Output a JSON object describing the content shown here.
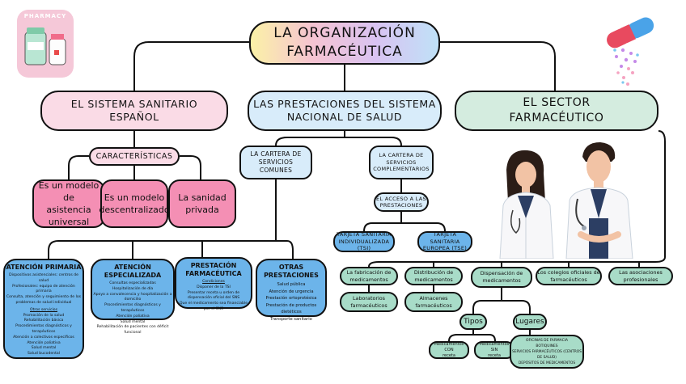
{
  "title": [
    "LA ORGANIZACIÓN",
    "FARMACÉUTICA"
  ],
  "pharmacy_badge": "PHARMACY",
  "branches": {
    "sistema": [
      "EL SISTEMA SANITARIO",
      "ESPAÑOL"
    ],
    "prestaciones": [
      "LAS PRESTACIONES DEL SISTEMA",
      "NACIONAL DE SALUD"
    ],
    "sector": [
      "EL SECTOR",
      "FARMACÉUTICO"
    ]
  },
  "caracteristicas": {
    "label": "CARACTERÍSTICAS",
    "items": [
      [
        "Es un modelo de",
        "asistencia universal"
      ],
      [
        "Es un modelo",
        "descentralizado"
      ],
      [
        "La sanidad privada"
      ]
    ]
  },
  "cartera_comunes": [
    "LA CARTERA DE",
    "SERVICIOS",
    "COMUNES"
  ],
  "cartera_complementarios": [
    "LA CARTERA DE",
    "SERVICIOS",
    "COMPLEMENTARIOS"
  ],
  "acceso": [
    "EL ACCESO A LAS",
    "PRESTACIONES"
  ],
  "tarjetas": [
    [
      "TARJETA SANITARIA",
      "INDIVIDUALIZADA (TSI)"
    ],
    [
      "TARJETA SANITARIA",
      "EUROPEA (TSE)"
    ]
  ],
  "atencion_primaria": {
    "title": "ATENCIÓN PRIMARIA",
    "items": [
      "Dispositivos asistenciales: centros de salud",
      "Profesionales: equipo de atención primaria",
      "Consulta, atención y seguimiento de los",
      "problemas de salud individual"
    ],
    "sub": "Otros servicios",
    "items2": [
      "Promoción de la salud",
      "Rehabilitación básica",
      "Procedimientos diagnósticos y terapéuticos",
      "Atención a colectivos específicos",
      "Atención paliativa",
      "Salud mental",
      "Salud bucodental"
    ]
  },
  "atencion_especializada": {
    "title": "ATENCIÓN ESPECIALIZADA",
    "items": [
      "Consultas especializadas",
      "Hospitalización de día",
      "Apoyo a convalecencia y hospitalización a domicilio",
      "Procedimientos diagnósticos y terapéuticos",
      "Atención paliativa",
      "Salud mental",
      "Rehabilitación de pacientes con déficit funcional"
    ]
  },
  "prestacion_farmaceutica": {
    "title": [
      "PRESTACIÓN",
      "FARMACÉUTICA"
    ],
    "sub": "Condiciones",
    "items": [
      "Disponer de la TSI",
      "Presentar receta u orden de dispensación oficial del SNS",
      "Que el medicamento sea financiable por el SNS"
    ]
  },
  "otras_prestaciones": {
    "title": "OTRAS PRESTACIONES",
    "items": [
      "Salud pública",
      "Atención de urgencia",
      "Prestación ortoprotésica",
      "Prestación de productos dietéticos",
      "Transporte sanitario"
    ]
  },
  "sector_items": {
    "fabricacion": [
      "La fabricación de",
      "medicamentos"
    ],
    "laboratorios": [
      "Laboratorios",
      "farmacéuticos"
    ],
    "distribucion": [
      "Distribución de",
      "medicamentos"
    ],
    "almacenes": [
      "Almacenes",
      "farmacéuticos"
    ],
    "dispensacion": [
      "Dispensación de",
      "medicamentos"
    ],
    "colegios": [
      "Los colegios oficiales de",
      "farmacéuticos"
    ],
    "asociaciones": [
      "Las asociaciones",
      "profesionales"
    ]
  },
  "tipos": {
    "label": "Tipos",
    "items": [
      [
        "Medicamentos CON",
        "receta"
      ],
      [
        "Medicamentos SIN",
        "receta"
      ]
    ]
  },
  "lugares": {
    "label": "Lugares",
    "items": [
      "OFICINAS DE FARMACIA",
      "BOTIQUINES",
      "SERVICIOS FARMACÉUTICOS (CENTROS DE SALUD)",
      "DEPÓSITOS DE MEDICAMENTOS"
    ]
  },
  "colors": {
    "pink": "#f48fb4",
    "pink_light": "#fadbe6",
    "blue": "#6cb4ea",
    "blue_light": "#d8ecfa",
    "mint": "#d4ecdf",
    "mint2": "#a8dcc8"
  },
  "icons": [
    "pharmacy-badge-icon",
    "capsule-icon",
    "doctors-illustration"
  ]
}
